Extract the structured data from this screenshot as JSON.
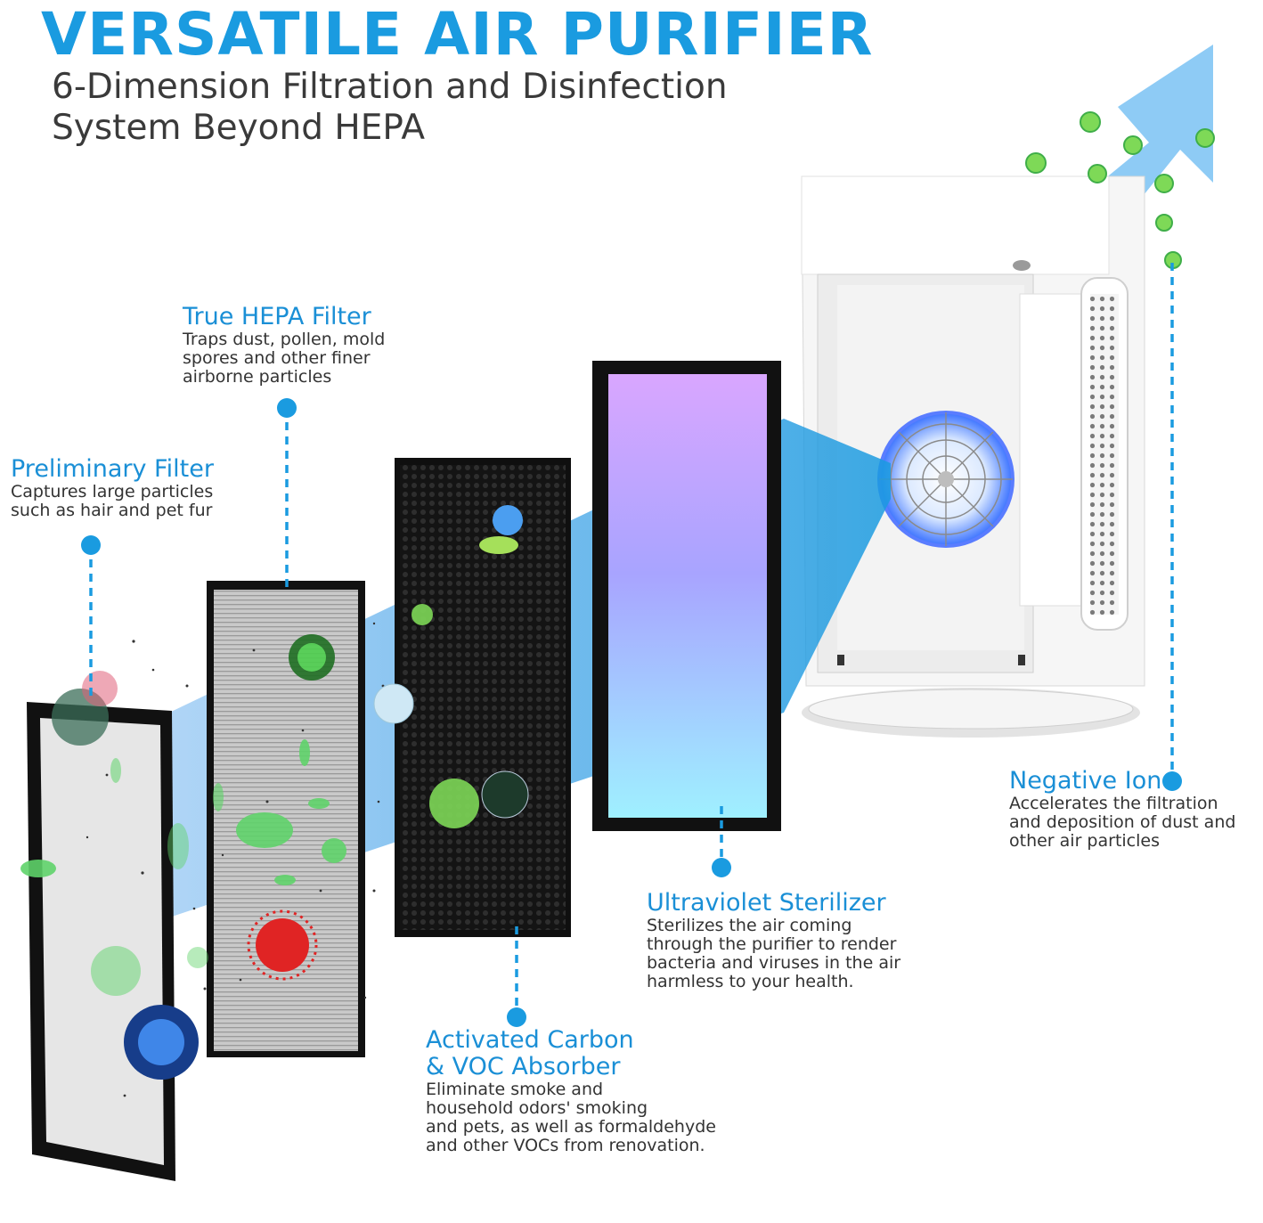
{
  "header": {
    "title": "VERSATILE AIR PURIFIER",
    "subtitle_line1": "6-Dimension Filtration and Disinfection",
    "subtitle_line2": "System Beyond HEPA"
  },
  "labels": {
    "preliminary": {
      "title": "Preliminary Filter",
      "desc": [
        "Captures large particles",
        "such as hair and pet fur"
      ]
    },
    "hepa": {
      "title": "True HEPA Filter",
      "desc": [
        "Traps dust, pollen, mold",
        "spores and other finer",
        "airborne particles"
      ]
    },
    "carbon": {
      "title": [
        "Activated Carbon",
        "& VOC Absorber"
      ],
      "desc": [
        "Eliminate smoke and",
        "household odors' smoking",
        "and pets, as well as formaldehyde",
        "and other VOCs from renovation."
      ]
    },
    "uv": {
      "title": "Ultraviolet Sterilizer",
      "desc": [
        "Sterilizes the air coming",
        "through the purifier to render",
        "bacteria and viruses in the air",
        "harmless to your health."
      ]
    },
    "ion": {
      "title": "Negative Ion",
      "desc": [
        "Accelerates the filtration",
        "and deposition of dust and",
        "other air particles"
      ]
    }
  },
  "colors": {
    "accent": "#1a9be0",
    "label_blue": "#1a8fd6",
    "text_dark": "#333333",
    "air_flow": "#2f9be6",
    "germ_green": "#5fd36a",
    "germ_red": "#e02424",
    "germ_blue": "#2a72d8"
  }
}
